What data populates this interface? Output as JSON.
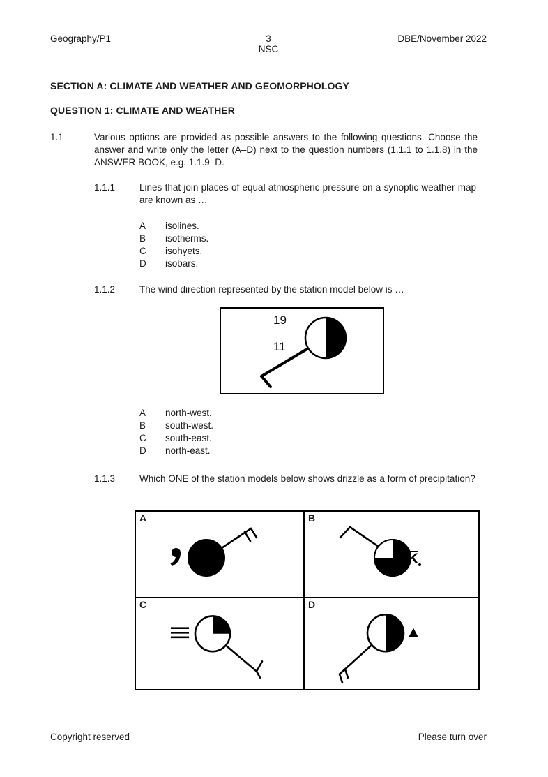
{
  "page": {
    "header": {
      "left": "Geography/P1",
      "page_number": "3",
      "exam": "NSC",
      "right": "DBE/November 2022"
    },
    "footer": {
      "left": "Copyright reserved",
      "right": "Please turn over"
    }
  },
  "headings": {
    "section": "SECTION A: CLIMATE AND WEATHER AND GEOMORPHOLOGY",
    "question": "QUESTION 1: CLIMATE AND WEATHER"
  },
  "q1_1": {
    "number": "1.1",
    "instruction": "Various options are provided as possible answers to the following questions. Choose the answer and write only the letter (A–D) next to the question numbers (1.1.1 to 1.1.8) in the ANSWER BOOK, e.g. 1.1.9  D.",
    "sub_questions": [
      {
        "number": "1.1.1",
        "text": "Lines that join places of equal atmospheric pressure on a synoptic weather map are known as …",
        "options": [
          {
            "letter": "A",
            "text": "isolines."
          },
          {
            "letter": "B",
            "text": "isotherms."
          },
          {
            "letter": "C",
            "text": "isohyets."
          },
          {
            "letter": "D",
            "text": "isobars."
          }
        ]
      },
      {
        "number": "1.1.2",
        "text": "The wind direction represented by the station model below is …",
        "figure": {
          "temperature": "19",
          "dew_point": "11",
          "description": "station model: circle with right half shaded, wind shaft from the south-west with one barb"
        },
        "options": [
          {
            "letter": "A",
            "text": "north-west."
          },
          {
            "letter": "B",
            "text": "south-west."
          },
          {
            "letter": "C",
            "text": "south-east."
          },
          {
            "letter": "D",
            "text": "north-east."
          }
        ]
      },
      {
        "number": "1.1.3",
        "text": "Which ONE of the station models below shows drizzle as a form of precipitation?",
        "station_models": [
          {
            "label": "A",
            "cloud_cover": "fully shaded circle (8/8)",
            "weather_symbol": "drizzle (comma) left of circle",
            "wind": "shaft to north-east with two barbs"
          },
          {
            "label": "B",
            "cloud_cover": "circle shaded except top-left quarter",
            "weather_symbol": "thunderstorm (K with dot) right of circle",
            "wind": "shaft to north-west with half barb"
          },
          {
            "label": "C",
            "cloud_cover": "circle with top-right quarter shaded",
            "weather_symbol": "fog (three horizontal lines) left of circle",
            "wind": "shaft to south-east with barb"
          },
          {
            "label": "D",
            "cloud_cover": "circle with right half shaded",
            "weather_symbol": "hail (solid triangle) right of circle",
            "wind": "shaft to south-west with two barbs"
          }
        ]
      }
    ]
  },
  "symbols": {
    "thunderstorm": "K"
  }
}
